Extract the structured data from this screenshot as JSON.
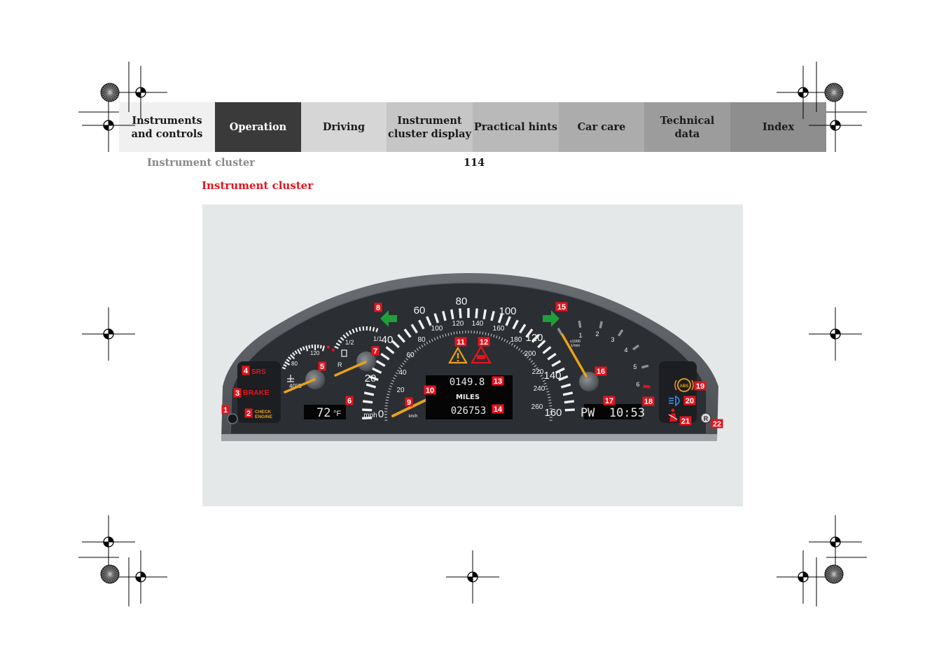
{
  "nav": {
    "tabs": [
      {
        "label": "Instruments\nand controls",
        "bg": "#f0f0f0",
        "active": false
      },
      {
        "label": "Operation",
        "bg": "#3a3a3a",
        "active": true
      },
      {
        "label": "Driving",
        "bg": "#d6d6d6",
        "active": false
      },
      {
        "label": "Instrument\ncluster display",
        "bg": "#c6c6c6",
        "active": false
      },
      {
        "label": "Practical hints",
        "bg": "#b9b9b9",
        "active": false
      },
      {
        "label": "Car care",
        "bg": "#acacac",
        "active": false
      },
      {
        "label": "Technical\ndata",
        "bg": "#9c9c9c",
        "active": false
      },
      {
        "label": "Index",
        "bg": "#8e8e8e",
        "active": false
      }
    ]
  },
  "header": {
    "breadcrumb": "Instrument cluster",
    "page_number": "114"
  },
  "section": {
    "title": "Instrument cluster"
  },
  "colors": {
    "accent_red": "#e4141e",
    "needle": "#e8a21a",
    "signal_green": "#1f9e3a",
    "warning_amber": "#e8a21a"
  },
  "cluster": {
    "coolant_labels": [
      "40°C",
      "80",
      "120"
    ],
    "fuel_labels": [
      "R",
      "1/2",
      "1/1"
    ],
    "mph_labels": [
      "0",
      "20",
      "40",
      "60",
      "80",
      "100",
      "120",
      "140",
      "160"
    ],
    "mph_unit": "mph",
    "kmh_labels": [
      "20",
      "40",
      "60",
      "80",
      "100",
      "120",
      "140",
      "160",
      "180",
      "200",
      "220",
      "240",
      "260"
    ],
    "kmh_unit": "km/h",
    "rpm_labels": [
      "1",
      "2",
      "3",
      "4",
      "5",
      "6"
    ],
    "rpm_unit": "x1000\n1/min",
    "outside_temp": "72",
    "outside_temp_unit": "°F",
    "trip_odometer": "0149.8",
    "distance_unit": "MILES",
    "odometer": "026753",
    "clock_display": "PW  10:53",
    "lamps": {
      "srs": "SRS",
      "brake": "BRAKE",
      "check_engine": "CHECK\nENGINE",
      "abs": "ABS",
      "reset": "R"
    },
    "callouts": [
      "1",
      "2",
      "3",
      "4",
      "5",
      "6",
      "7",
      "8",
      "9",
      "10",
      "11",
      "12",
      "13",
      "14",
      "15",
      "16",
      "17",
      "18",
      "19",
      "20",
      "21",
      "22"
    ]
  }
}
